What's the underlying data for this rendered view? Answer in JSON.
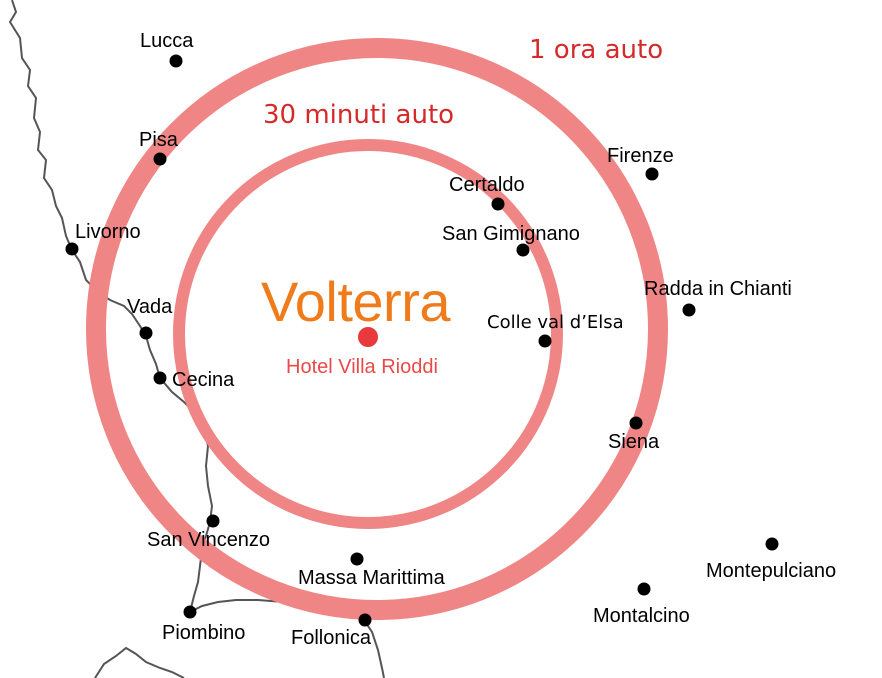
{
  "map": {
    "center": {
      "title": "Volterra",
      "subtitle": "Hotel Villa Rioddi"
    },
    "rings": [
      {
        "label": "1 ora auto"
      },
      {
        "label": "30 minuti auto"
      }
    ],
    "towns": [
      {
        "name": "Lucca"
      },
      {
        "name": "Pisa"
      },
      {
        "name": "Livorno"
      },
      {
        "name": "Vada"
      },
      {
        "name": "Cecina"
      },
      {
        "name": "San Vincenzo"
      },
      {
        "name": "Piombino"
      },
      {
        "name": "Follonica"
      },
      {
        "name": "Massa Marittima"
      },
      {
        "name": "Certaldo"
      },
      {
        "name": "San Gimignano"
      },
      {
        "name": "Colle val d’Elsa"
      },
      {
        "name": "Firenze"
      },
      {
        "name": "Radda in Chianti"
      },
      {
        "name": "Siena"
      },
      {
        "name": "Montalcino"
      },
      {
        "name": "Montepulciano"
      }
    ],
    "colors": {
      "ring": "#f08585",
      "center_dot": "#e83a3a",
      "title": "#f07b1b",
      "ring_label": "#d42a2a",
      "town_dot": "#000000",
      "coastline": "#555555"
    }
  }
}
